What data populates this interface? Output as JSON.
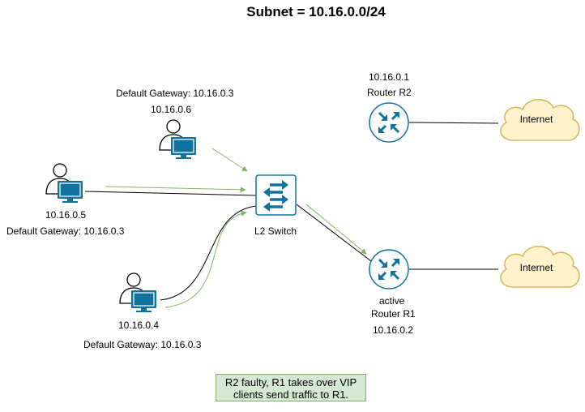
{
  "title": "Subnet = 10.16.0.0/24",
  "switch": {
    "label": "L2 Switch"
  },
  "routers": {
    "r2": {
      "ip": "10.16.0.1",
      "name": "Router R2"
    },
    "r1": {
      "status": "active",
      "name": "Router R1",
      "ip": "10.16.0.2"
    }
  },
  "clouds": {
    "top": "Internet",
    "bottom": "Internet"
  },
  "hosts": {
    "h6": {
      "gateway": "Default Gateway: 10.16.0.3",
      "ip": "10.16.0.6"
    },
    "h5": {
      "ip": "10.16.0.5",
      "gateway": "Default Gateway: 10.16.0.3"
    },
    "h4": {
      "ip": "10.16.0.4",
      "gateway": "Default Gateway: 10.16.0.3"
    }
  },
  "note": {
    "line1": "R2 faulty, R1 takes over VIP",
    "line2": "clients send traffic to R1."
  },
  "colors": {
    "device_fill": "#10739e",
    "cloud_fill": "#fff2cc",
    "cloud_stroke": "#d6b656",
    "note_fill": "#d5e8d4",
    "note_stroke": "#82b366",
    "traffic_arrow": "#82b366"
  }
}
